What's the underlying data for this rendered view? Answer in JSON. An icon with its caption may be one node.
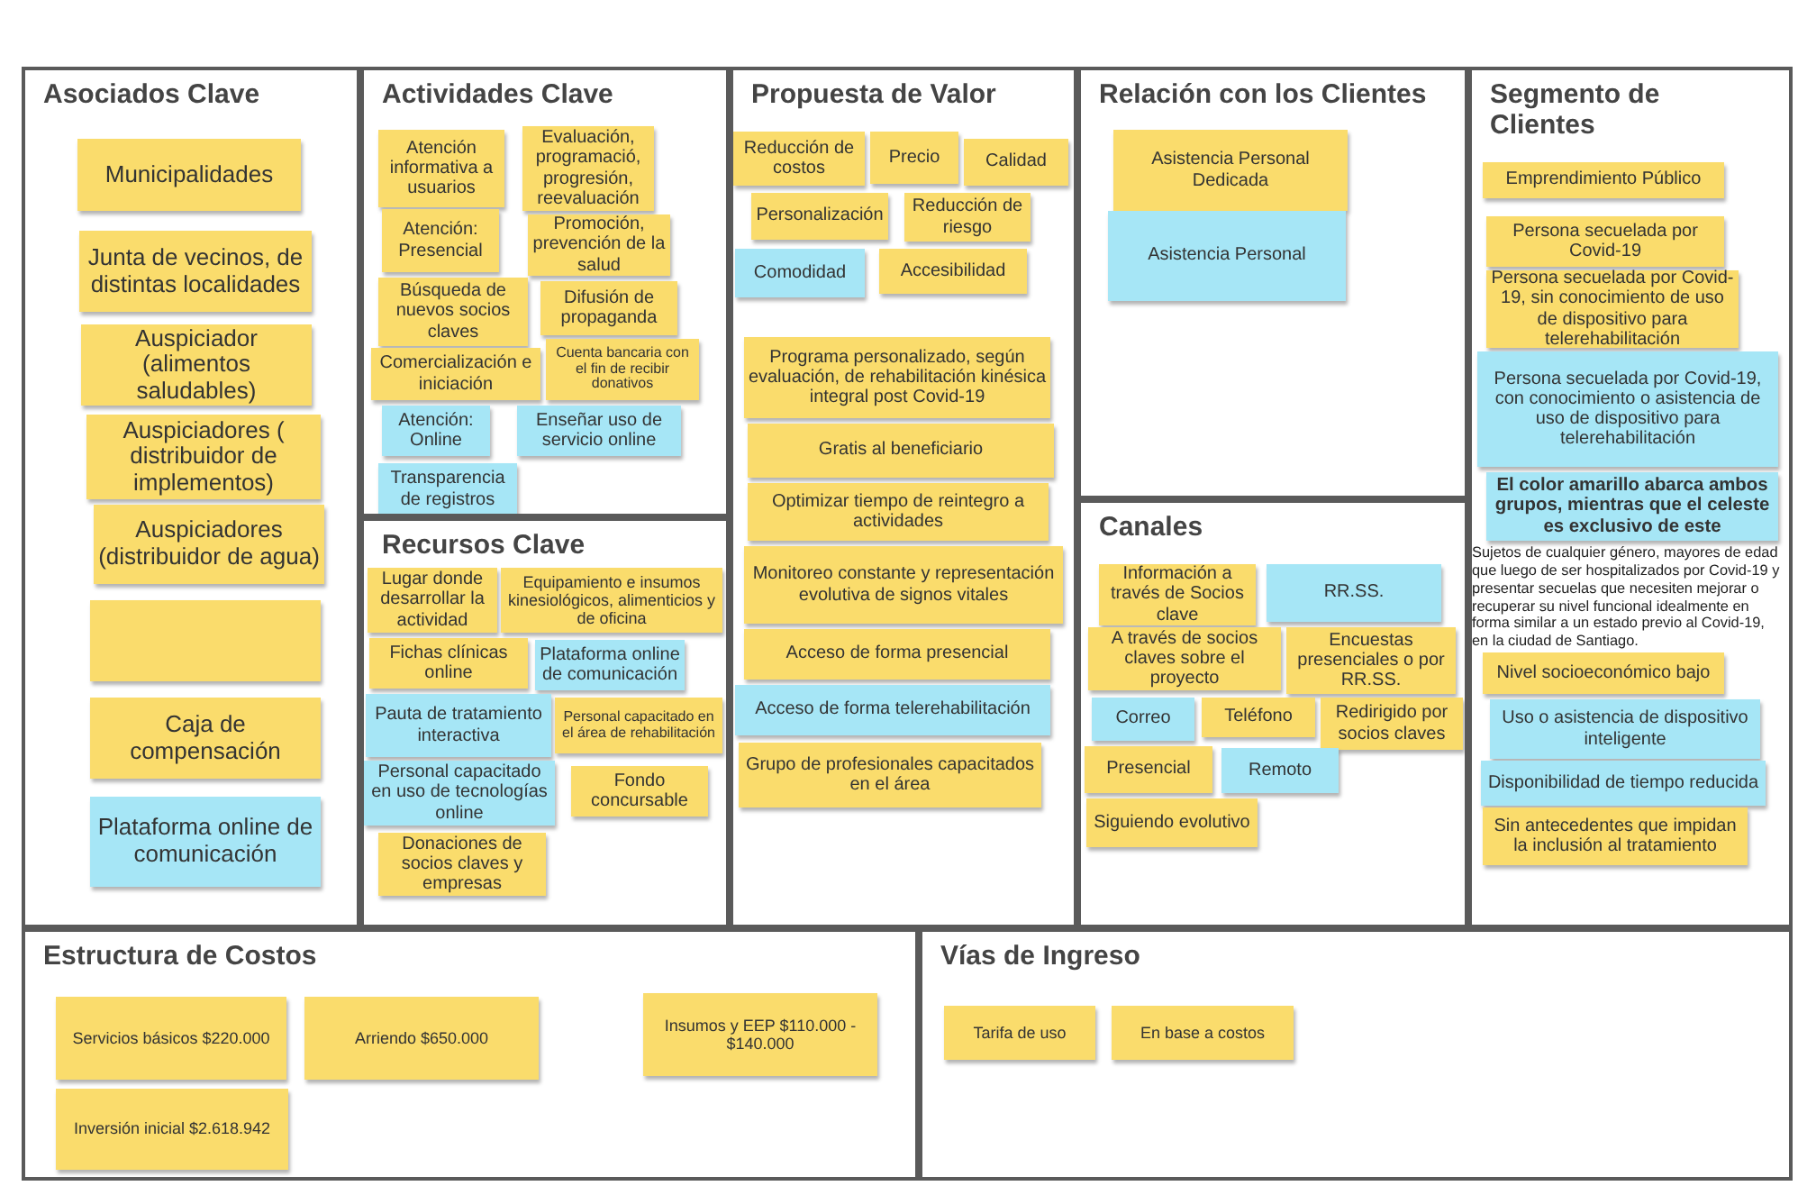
{
  "diagram": {
    "nodes": [
      {
        "text": [
          "Asociados Clave"
        ]
      },
      {
        "text": [
          "Municipalidades"
        ],
        "in": 0
      },
      {
        "text": [
          "Junta de vecinos, de distintas localidades"
        ],
        "in": 0
      },
      {
        "text": [
          "Auspiciador (alimentos saludables)"
        ],
        "in": 0
      },
      {
        "text": [
          "Auspiciadores ( distribuidor de implementos)"
        ],
        "in": 0
      },
      {
        "text": [
          "Auspiciadores (distribuidor de agua)"
        ],
        "in": 0
      },
      {
        "text": [],
        "shape": "box",
        "in": 0
      },
      {
        "text": [
          "Caja de compensación"
        ],
        "in": 0
      },
      {
        "text": [
          "Plataforma online de comunicación"
        ],
        "in": 0
      },
      {
        "text": [
          "Actividades Clave"
        ]
      },
      {
        "text": [
          "Atención informativa a usuarios"
        ],
        "in": 9
      },
      {
        "text": [
          "Evaluación, programació, progresión, reevaluación"
        ],
        "in": 9
      },
      {
        "text": [
          "Atención: Presencial"
        ],
        "in": 9
      },
      {
        "text": [
          "Promoción, prevención de la salud"
        ],
        "in": 9
      },
      {
        "text": [
          "Búsqueda de nuevos socios claves"
        ],
        "in": 9
      },
      {
        "text": [
          "Difusión de propaganda"
        ],
        "in": 9
      },
      {
        "text": [
          "Comercialización e iniciación"
        ],
        "in": 9
      },
      {
        "text": [
          "Cuenta bancaria con el fin de recibir donativos"
        ],
        "in": 9
      },
      {
        "text": [
          "Atención: Online"
        ],
        "in": 9
      },
      {
        "text": [
          "Enseñar uso de servicio online"
        ],
        "in": 9
      },
      {
        "text": [
          "Transparencia de registros"
        ],
        "in": 9
      },
      {
        "text": [
          "Recursos Clave"
        ]
      },
      {
        "text": [
          "Lugar donde desarrollar la actividad"
        ],
        "in": 21
      },
      {
        "text": [
          "Equipamiento e insumos kinesiológicos, alimenticios y de oficina"
        ],
        "in": 21
      },
      {
        "text": [
          "Fichas clínicas online"
        ],
        "in": 21
      },
      {
        "text": [
          "Plataforma online de comunicación"
        ],
        "in": 21
      },
      {
        "text": [
          "Pauta de tratamiento interactiva"
        ],
        "in": 21
      },
      {
        "text": [
          "Personal capacitado en el área de rehabilitación"
        ],
        "in": 21
      },
      {
        "text": [
          "Personal capacitado en uso de tecnologías online"
        ],
        "in": 21
      },
      {
        "text": [
          "Fondo concursable"
        ],
        "in": 21
      },
      {
        "text": [
          "Donaciones de socios claves y empresas"
        ],
        "in": 21
      },
      {
        "text": [
          "Propuesta de Valor"
        ]
      },
      {
        "text": [
          "Reducción de costos"
        ],
        "in": 31
      },
      {
        "text": [
          "Precio"
        ],
        "in": 31
      },
      {
        "text": [
          "Calidad"
        ],
        "in": 31
      },
      {
        "text": [
          "Personalización"
        ],
        "in": 31
      },
      {
        "text": [
          "Reducción de riesgo"
        ],
        "in": 31
      },
      {
        "text": [
          "Comodidad"
        ],
        "in": 31
      },
      {
        "text": [
          "Accesibilidad"
        ],
        "in": 31
      },
      {
        "text": [
          "Programa personalizado, según evaluación, de rehabilitación kinésica integral post Covid-19"
        ],
        "in": 31
      },
      {
        "text": [
          "Gratis al beneficiario"
        ],
        "in": 31
      },
      {
        "text": [
          "Optimizar tiempo de reintegro a actividades"
        ],
        "in": 31
      },
      {
        "text": [
          "Monitoreo constante y representación evolutiva de signos vitales"
        ],
        "in": 31
      },
      {
        "text": [
          "Acceso de forma presencial"
        ],
        "in": 31
      },
      {
        "text": [
          "Acceso de forma telerehabilitación"
        ],
        "in": 31
      },
      {
        "text": [
          "Grupo de profesionales capacitados en el área"
        ],
        "in": 31
      },
      {
        "text": [
          "Relación con los Clientes"
        ]
      },
      {
        "text": [
          "Asistencia Personal Dedicada"
        ],
        "in": 46
      },
      {
        "text": [
          "Asistencia Personal"
        ],
        "in": 46
      },
      {
        "text": [
          "Canales"
        ]
      },
      {
        "text": [
          "Información a través de Socios clave"
        ],
        "in": 49
      },
      {
        "text": [
          "RR.SS."
        ],
        "in": 49
      },
      {
        "text": [
          "A través de socios claves sobre el proyecto"
        ],
        "in": 49
      },
      {
        "text": [
          "Encuestas presenciales o por RR.SS."
        ],
        "in": 49
      },
      {
        "text": [
          "Correo"
        ],
        "in": 49
      },
      {
        "text": [
          "Teléfono"
        ],
        "in": 49
      },
      {
        "text": [
          "Redirigido por socios claves"
        ],
        "in": 49
      },
      {
        "text": [
          "Presencial"
        ],
        "in": 49
      },
      {
        "text": [
          "Remoto"
        ],
        "in": 49
      },
      {
        "text": [
          "Siguiendo evolutivo"
        ],
        "in": 49
      },
      {
        "text": [
          "Segmento de Clientes"
        ]
      },
      {
        "text": [
          "Emprendimiento Público"
        ],
        "in": 60
      },
      {
        "text": [
          "Persona secuelada por Covid-19"
        ],
        "in": 60
      },
      {
        "text": [
          "Persona secuelada por Covid-19, sin conocimiento de uso de dispositivo para telerehabilitación"
        ],
        "in": 60
      },
      {
        "text": [
          "Persona secuelada por Covid-19, con conocimiento o asistencia de uso de dispositivo para telerehabilitación"
        ],
        "in": 60
      },
      {
        "text": [
          "El color amarillo abarca ambos grupos, mientras que el celeste es exclusivo de este"
        ],
        "in": 60
      },
      {
        "text": [
          "Nivel socioeconómico bajo"
        ],
        "in": 60
      },
      {
        "text": [
          "Uso o asistencia de dispositivo inteligente"
        ],
        "in": 60
      },
      {
        "text": [
          "Disponibilidad de tiempo reducida"
        ],
        "in": 60
      },
      {
        "text": [
          "Sin antecedentes que impidan la inclusión al tratamiento"
        ],
        "in": 60
      },
      {
        "text": [
          "Estructura de Costos"
        ]
      },
      {
        "text": [
          "Servicios básicos $220.000"
        ],
        "in": 70
      },
      {
        "text": [
          "Arriendo $650.000"
        ],
        "in": 70
      },
      {
        "text": [
          "Insumos y EEP $110.000 - $140.000"
        ],
        "in": 70
      },
      {
        "text": [
          "Inversión inicial $2.618.942"
        ],
        "in": 70
      },
      {
        "text": [
          "Vías de Ingreso"
        ]
      },
      {
        "text": [
          "Tarifa de uso"
        ],
        "in": 75
      },
      {
        "text": [
          "En base a costos"
        ],
        "in": 75
      }
    ],
    "labels": [
      "Sujetos de cualquier género, mayores de edad que luego de ser hospitalizados por Covid-19 y presentar secuelas que necesiten mejorar o recuperar su nivel funcional idealmente en forma similar a un estado previo al Covid-19, en la ciudad de Santiago."
    ]
  }
}
